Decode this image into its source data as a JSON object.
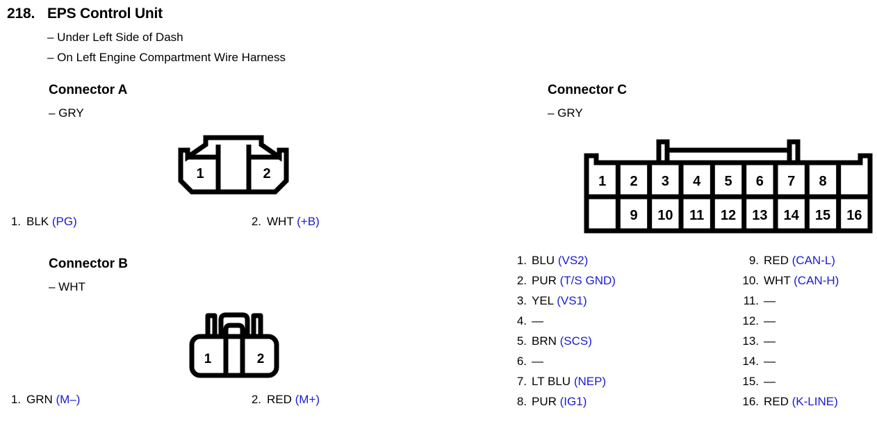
{
  "header": {
    "number": "218.",
    "title": "EPS Control Unit",
    "notes": [
      "– Under Left Side of Dash",
      "– On Left Engine Compartment Wire Harness"
    ]
  },
  "colors": {
    "signal_blue": "#1a1ad0",
    "text_black": "#000000",
    "background": "#ffffff"
  },
  "connectors": {
    "a": {
      "title": "Connector A",
      "color_note": "– GRY",
      "cavity_labels": [
        "1",
        "2"
      ],
      "pins": [
        {
          "num": "1.",
          "wire": "BLK",
          "signal": "(PG)"
        },
        {
          "num": "2.",
          "wire": "WHT",
          "signal": "(+B)"
        }
      ]
    },
    "b": {
      "title": "Connector B",
      "color_note": "– WHT",
      "cavity_labels": [
        "1",
        "2"
      ],
      "pins": [
        {
          "num": "1.",
          "wire": "GRN",
          "signal": "(M–)"
        },
        {
          "num": "2.",
          "wire": "RED",
          "signal": "(M+)"
        }
      ]
    },
    "c": {
      "title": "Connector C",
      "color_note": "– GRY",
      "cavity_top": [
        "1",
        "2",
        "3",
        "4",
        "5",
        "6",
        "7",
        "8"
      ],
      "cavity_bottom": [
        "9",
        "10",
        "11",
        "12",
        "13",
        "14",
        "15",
        "16"
      ],
      "pins_left": [
        {
          "num": "1.",
          "wire": "BLU",
          "signal": "(VS2)"
        },
        {
          "num": "2.",
          "wire": "PUR",
          "signal": "(T/S GND)"
        },
        {
          "num": "3.",
          "wire": "YEL",
          "signal": "(VS1)"
        },
        {
          "num": "4.",
          "wire": "—",
          "signal": ""
        },
        {
          "num": "5.",
          "wire": "BRN",
          "signal": "(SCS)"
        },
        {
          "num": "6.",
          "wire": "—",
          "signal": ""
        },
        {
          "num": "7.",
          "wire": "LT BLU",
          "signal": "(NEP)"
        },
        {
          "num": "8.",
          "wire": "PUR",
          "signal": "(IG1)"
        }
      ],
      "pins_right": [
        {
          "num": "9.",
          "wire": "RED",
          "signal": "(CAN-L)"
        },
        {
          "num": "10.",
          "wire": "WHT",
          "signal": "(CAN-H)"
        },
        {
          "num": "11.",
          "wire": "—",
          "signal": ""
        },
        {
          "num": "12.",
          "wire": "—",
          "signal": ""
        },
        {
          "num": "13.",
          "wire": "—",
          "signal": ""
        },
        {
          "num": "14.",
          "wire": "—",
          "signal": ""
        },
        {
          "num": "15.",
          "wire": "—",
          "signal": ""
        },
        {
          "num": "16.",
          "wire": "RED",
          "signal": "(K-LINE)"
        }
      ]
    }
  }
}
